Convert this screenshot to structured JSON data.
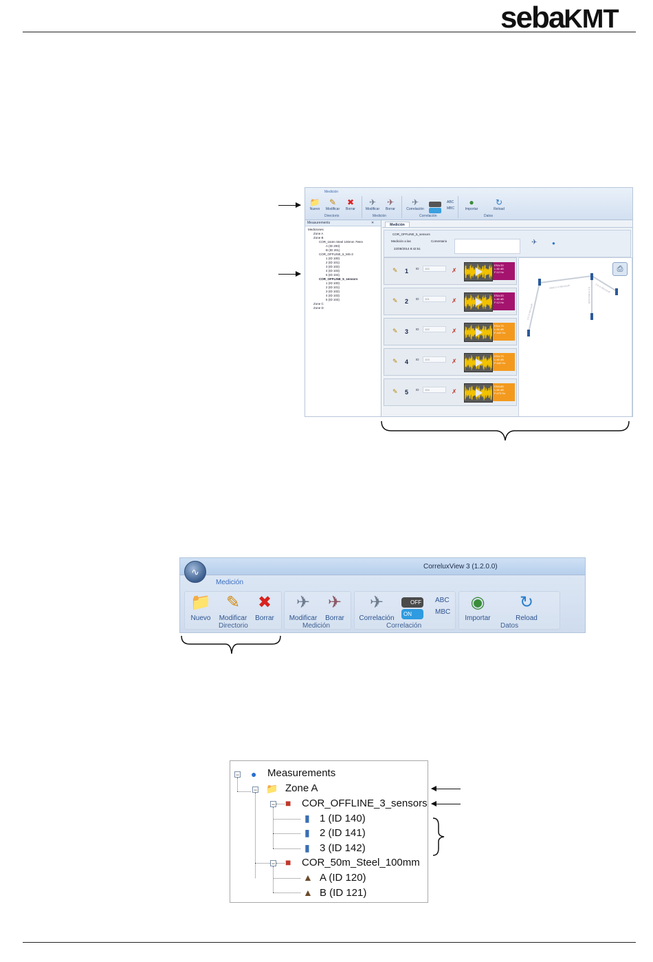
{
  "header": {
    "logo_a": "seba",
    "logo_b": "KMT"
  },
  "screenshot1": {
    "ribbon": {
      "tab": "Medición",
      "buttons": [
        "Nuevo",
        "Modificar",
        "Borrar",
        "Modificar",
        "Borrar",
        "Correlación",
        "",
        "ABC",
        "MBC",
        "Importar",
        "Reload"
      ],
      "groups": [
        "Directorio",
        "Medición",
        "Correlación",
        "Datos"
      ]
    },
    "tree": {
      "title": "Measurements",
      "items": [
        "Mediciones",
        "Zone A",
        "Zone B",
        "COR_164m Steel 100mm 79mn",
        "A (ID 200)",
        "B (ID 201)",
        "COR_OFFLINE_5_MS-3",
        "1 (ID 100)",
        "2 (ID 101)",
        "3 (ID 102)",
        "4 (ID 103)",
        "5 (ID 104)",
        "COR_OFFLINE_5_sensors",
        "1 (ID 100)",
        "2 (ID 101)",
        "3 (ID 102)",
        "4 (ID 103)",
        "5 (ID 104)",
        "Zone C",
        "Zone D"
      ]
    },
    "doc_tab": "Medición",
    "info": {
      "name": "COR_OFFLINE_5_sensors",
      "label_time": "Medición a las",
      "label_comment": "Comentario",
      "datetime": "22/08/2014 8:42:51"
    },
    "sensors": [
      {
        "num": "1",
        "id_label": "ID",
        "id": "100",
        "stats": [
          "ESA:33",
          "L:46 dB",
          "F:12 Hz"
        ],
        "color": "#a4146e"
      },
      {
        "num": "2",
        "id_label": "ID",
        "id": "101",
        "stats": [
          "ESA:33",
          "L:46 dB",
          "F:12 Hz"
        ],
        "color": "#a4146e"
      },
      {
        "num": "3",
        "id_label": "ID",
        "id": "102",
        "stats": [
          "ESA:79",
          "L:46 dB",
          "F:442 Hz"
        ],
        "color": "#f39a1e"
      },
      {
        "num": "4",
        "id_label": "ID",
        "id": "103",
        "stats": [
          "ESA:79",
          "L:46 dB",
          "F:442 Hz"
        ],
        "color": "#f39a1e"
      },
      {
        "num": "5",
        "id_label": "ID",
        "id": "104",
        "stats": [
          "ESA:88",
          "L:46 dB",
          "F:473 Hz"
        ],
        "color": "#f39a1e"
      }
    ],
    "map_labels": [
      "3980.0 m Microsoft",
      "0.0 m Microsoft",
      "0.0 m Microsoft",
      "0.0 m Microsoft"
    ]
  },
  "screenshot2": {
    "title": "CorreluxView 3 (1.2.0.0)",
    "tab": "Medición",
    "buttons": {
      "nuevo": "Nuevo",
      "modificar_dir": "Modificar",
      "borrar_dir": "Borrar",
      "modificar_med": "Modificar",
      "borrar_med": "Borrar",
      "correlacion": "Correlación",
      "off": "OFF",
      "on": "ON",
      "abc": "ABC",
      "mbc": "MBC",
      "importar": "Importar",
      "reload": "Reload"
    },
    "groups": {
      "directorio": "Directorio",
      "medicion": "Medición",
      "correlacion": "Correlación",
      "datos": "Datos"
    }
  },
  "screenshot3": {
    "root": "Measurements",
    "zone": "Zone A",
    "project1": "COR_OFFLINE_3_sensors",
    "p1_items": [
      "1 (ID 140)",
      "2 (ID 141)",
      "3 (ID 142)"
    ],
    "project2": "COR_50m_Steel_100mm",
    "p2_items": [
      "A (ID 120)",
      "B (ID 121)"
    ]
  },
  "colors": {
    "ribbon": "#d3e0f1",
    "accent": "#3a6fbf",
    "magenta": "#a4146e",
    "orange": "#f39a1e"
  },
  "icons": [
    "folder-plus-icon",
    "pencil-icon",
    "red-x-icon",
    "plane-icon",
    "toggle-icon",
    "database-icon",
    "reload-icon",
    "sensor-icon",
    "printer-icon",
    "waveform-icon"
  ]
}
